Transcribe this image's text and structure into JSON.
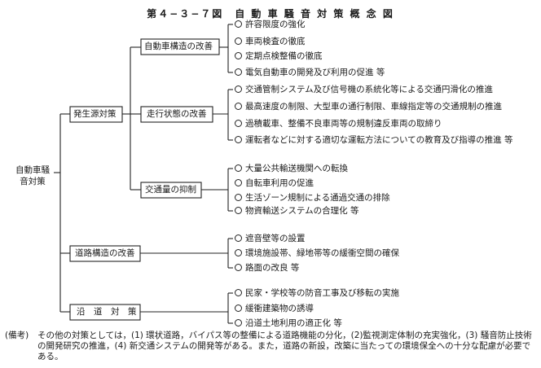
{
  "title": "第４−３−７図　自 動 車 騒 音 対 策 概 念 図",
  "root": "自動車騒音対策",
  "level1": [
    {
      "label": "発生源対策"
    },
    {
      "label": "道路構造の改善"
    },
    {
      "label": "沿　道　対　策"
    }
  ],
  "level2": [
    {
      "label": "自動車構造の改善"
    },
    {
      "label": "走行状態の改善"
    },
    {
      "label": "交通量の抑制"
    }
  ],
  "groups": {
    "vehicle_structure": [
      "許容限度の強化",
      "車両検査の徹底",
      "定期点検整備の徹底",
      "電気自動車の開発及び利用の促進 等"
    ],
    "driving_state": [
      "交通管制システム及び信号機の系統化等による交通円滑化の推進",
      "最高速度の制限、大型車の通行制限、車線指定等の交通規制の推進",
      "過積載車、整備不良車両等の規制違反車両の取締り",
      "運転者などに対する適切な運転方法についての教育及び指導の推進 等"
    ],
    "traffic_volume": [
      "大量公共輸送機関への転換",
      "自転車利用の促進",
      "生活ゾーン規制による通過交通の排除",
      "物資輸送システムの合理化 等"
    ],
    "road_structure": [
      "遮音壁等の設置",
      "環境施設帯、緑地帯等の緩衝空間の確保",
      "路面の改良 等"
    ],
    "roadside": [
      "民家・学校等の防音工事及び移転の実施",
      "緩衝建築物の誘導",
      "沿道土地利用の適正化 等"
    ]
  },
  "note": {
    "label": "(備考)",
    "text": "その他の対策としては，(1) 環状道路，バイパス等の整備による道路機能の分化，(2)監視測定体制の充実強化，(3) 騒音防止技術の開発研究の推進，(4) 新交通システムの開発等がある。また，道路の新設，改築に当たっての環境保全への十分な配慮が必要である。"
  }
}
